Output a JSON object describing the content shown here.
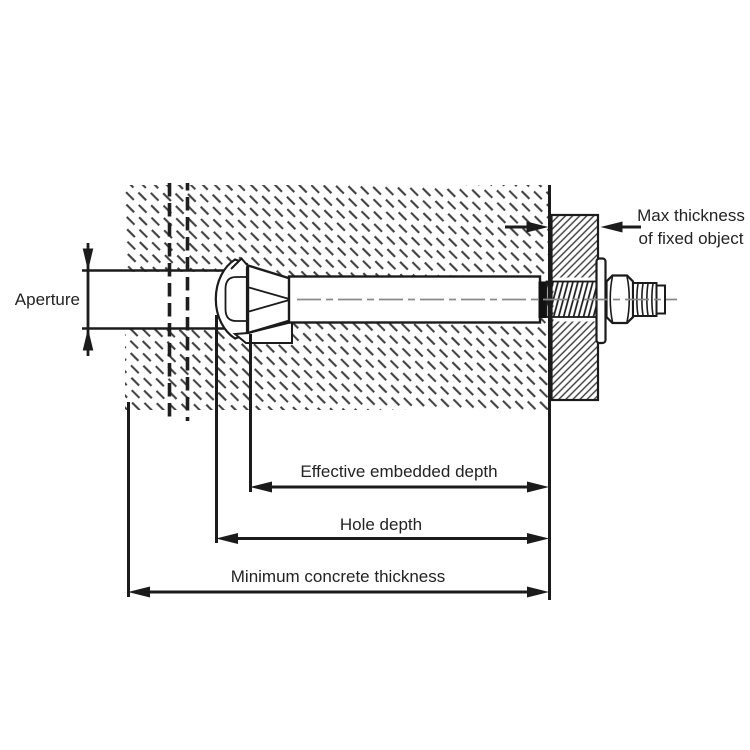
{
  "diagram": {
    "labels": {
      "aperture": "Aperture",
      "max_thickness_line1": "Max thickness",
      "max_thickness_line2": "of fixed object",
      "effective_embedded_depth": "Effective embedded depth",
      "hole_depth": "Hole depth",
      "minimum_concrete_thickness": "Minimum concrete thickness"
    },
    "colors": {
      "background": "#ffffff",
      "ink": "#1b1b1b",
      "concrete_hatch": "#3d3d3d",
      "steel_hatch": "#3a3a3a",
      "centerline": "#8a8a8a"
    }
  }
}
